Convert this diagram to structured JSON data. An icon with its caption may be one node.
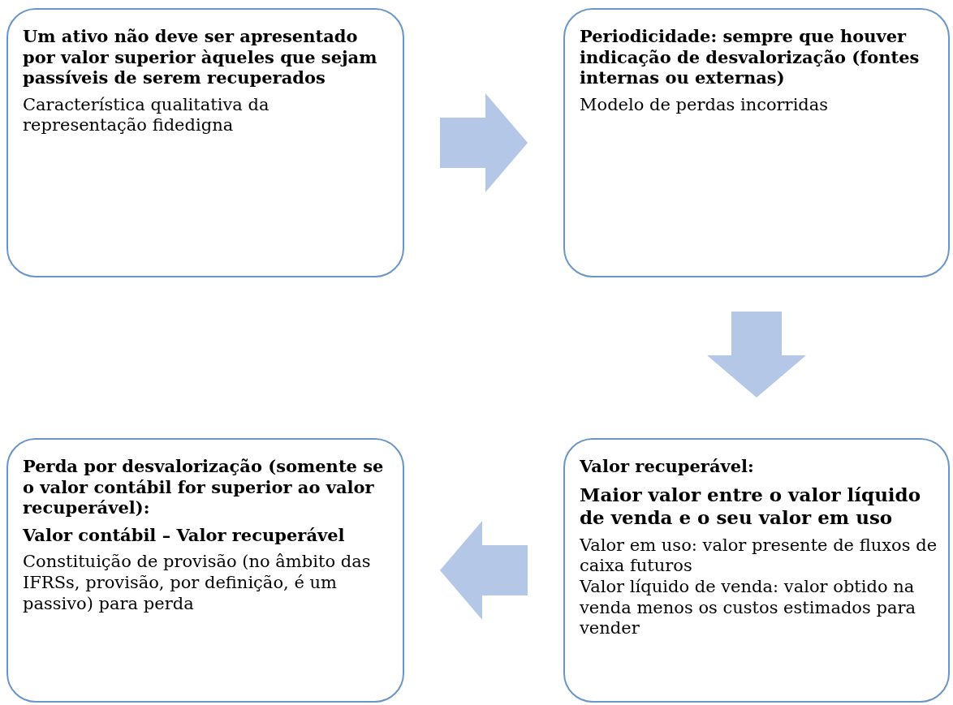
{
  "diagram": {
    "nodes": [
      {
        "text": [
          "Um ativo não deve ser apresentado por valor superior àqueles que sejam passíveis de serem recuperados",
          "Característica qualitativa da representação fidedigna"
        ]
      },
      {
        "text": [
          "Periodicidade: sempre que houver indicação de desvalorização (fontes internas ou externas)",
          "Modelo de perdas incorridas"
        ]
      },
      {
        "text": [
          "Perda por desvalorização (somente se o valor contábil for superior ao valor recuperável):",
          "Valor contábil – Valor recuperável",
          "Constituição de provisão (no âmbito das IFRSs, provisão, por definição, é um passivo) para perda"
        ]
      },
      {
        "text": [
          "Valor recuperável:",
          "Maior valor entre o valor líquido de venda e o seu valor em uso",
          "Valor em uso: valor presente de fluxos de caixa futuros",
          "Valor líquido de venda: valor obtido na venda menos os custos estimados para vender"
        ]
      }
    ],
    "edges": [
      {
        "from": 0,
        "to": 1,
        "arrow": "to"
      },
      {
        "from": 1,
        "to": 3,
        "arrow": "to"
      },
      {
        "from": 3,
        "to": 2,
        "arrow": "to"
      }
    ]
  }
}
